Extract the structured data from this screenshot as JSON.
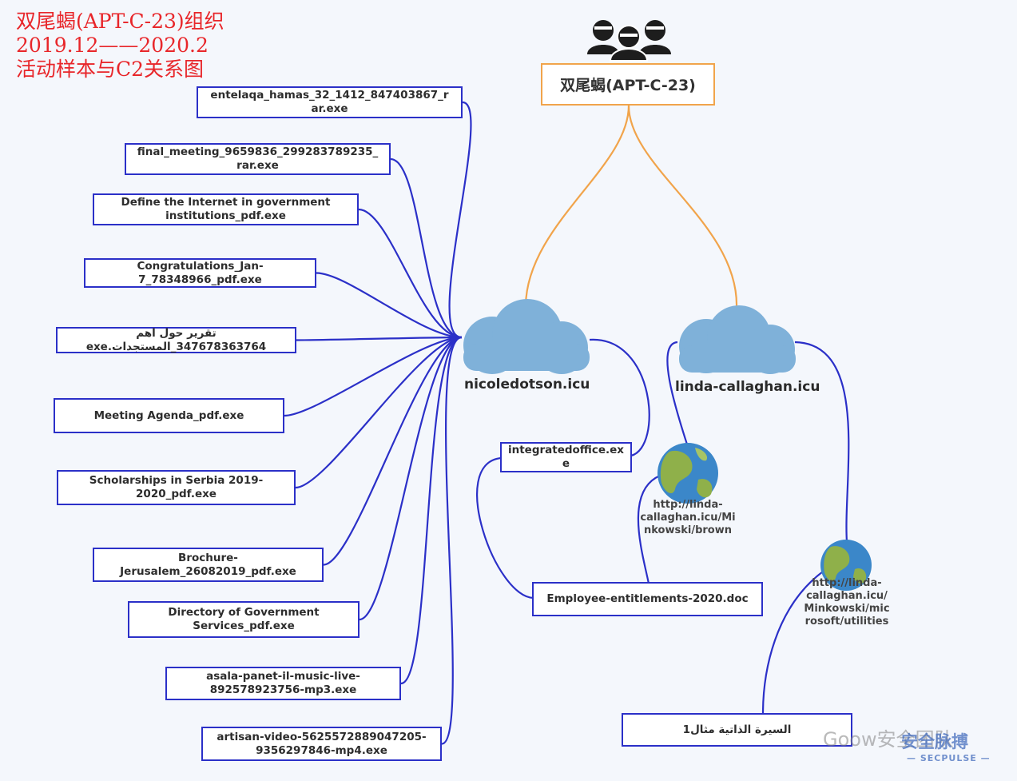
{
  "title": {
    "line1": "双尾蝎(APT-C-23)组织",
    "line2": "2019.12——2020.2",
    "line3": "活动样本与C2关系图"
  },
  "root": {
    "label": "双尾蝎(APT-C-23)"
  },
  "domains": {
    "left": "nicoledotson.icu",
    "right": "linda-callaghan.icu"
  },
  "samples": [
    {
      "l1": "entelaqa_hamas_32_1412_847403867_r",
      "l2": "ar.exe"
    },
    {
      "l1": "final_meeting_9659836_299283789235_",
      "l2": "rar.exe"
    },
    {
      "l1": "Define the Internet in government",
      "l2": "institutions_pdf.exe"
    },
    {
      "l1": "Congratulations_Jan-",
      "l2": "7_78348966_pdf.exe"
    },
    {
      "l1": "تقرير حول اهم",
      "l2": "347678363764_المستجدات.exe"
    },
    {
      "l1": "Meeting Agenda_pdf.exe",
      "l2": ""
    },
    {
      "l1": "Scholarships in Serbia 2019-",
      "l2": "2020_pdf.exe"
    },
    {
      "l1": "Brochure-",
      "l2": "Jerusalem_26082019_pdf.exe"
    },
    {
      "l1": "Directory of Government",
      "l2": "Services_pdf.exe"
    },
    {
      "l1": "asala-panet-il-music-live-",
      "l2": "892578923756-mp3.exe"
    },
    {
      "l1": "artisan-video-5625572889047205-",
      "l2": "9356297846-mp4.exe"
    }
  ],
  "right_files": {
    "integrated": {
      "l1": "integratedoffice.ex",
      "l2": "e"
    },
    "employee": "Employee-entitlements-2020.doc",
    "cv": "السيرة الذاتية مثال1"
  },
  "urls": {
    "url1": "http://linda-\ncallaghan.icu/Mi\nnkowski/brown",
    "url2": "http://linda-\ncallaghan.icu/\nMinkowski/mic\nrosoft/utilities"
  },
  "watermark": {
    "text1": "Goow安全团队",
    "text2": "安全脉搏",
    "text3": "— SECPULSE —"
  },
  "colors": {
    "sample_line": "#2b30c8",
    "root_line": "#f1a44b",
    "title": "#e8262a",
    "cloud": "#7fb1d9"
  },
  "icons": [
    "people-group-icon",
    "cloud-icon",
    "globe-icon"
  ]
}
